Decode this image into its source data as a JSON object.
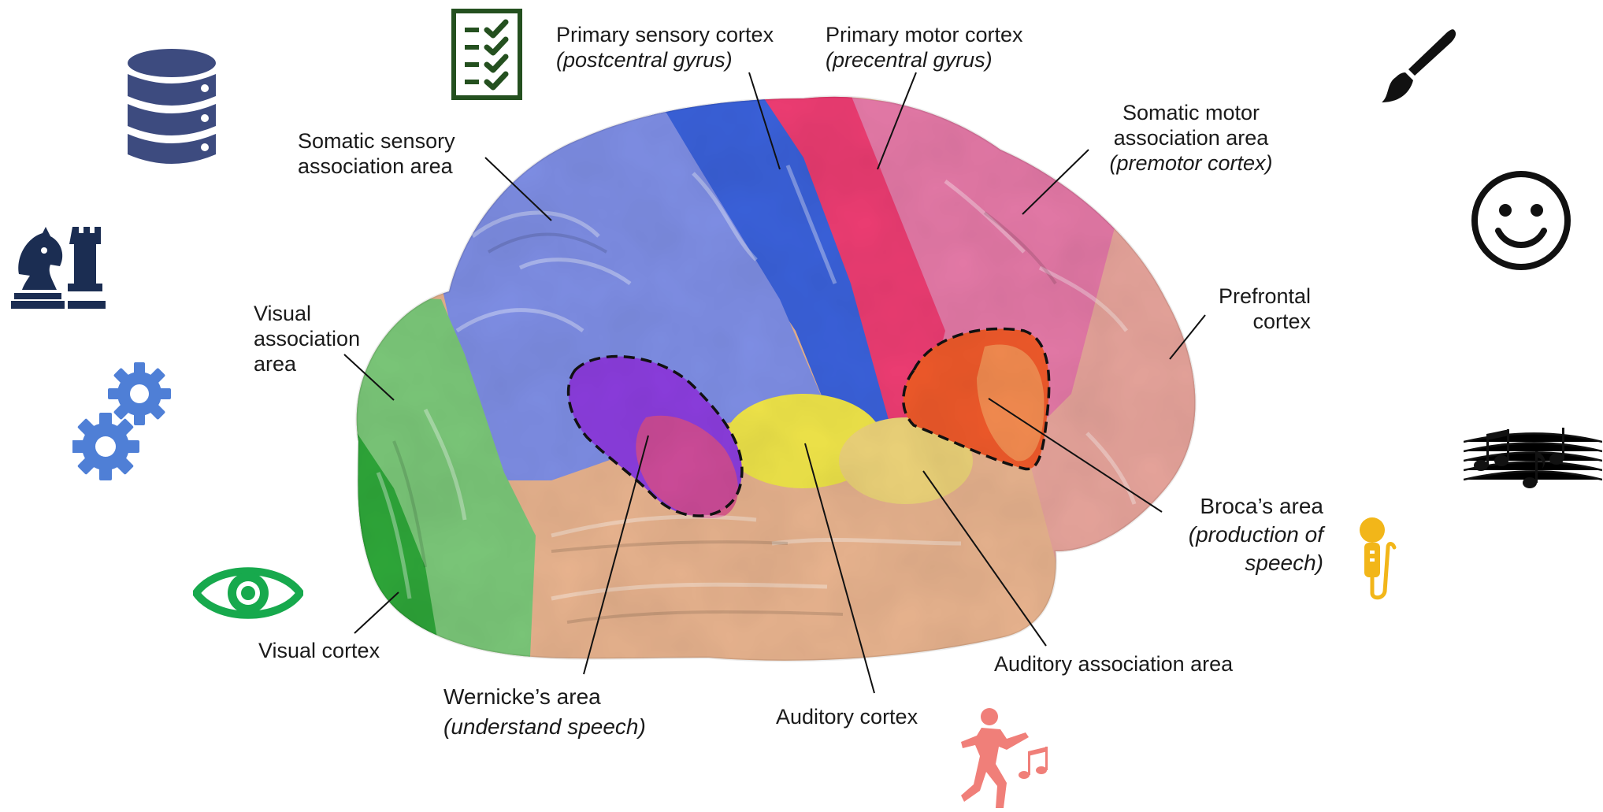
{
  "labels": {
    "primary_sensory": {
      "line1": "Primary sensory cortex",
      "line2": "(postcentral gyrus)"
    },
    "primary_motor": {
      "line1": "Primary motor cortex",
      "line2": "(precentral gyrus)"
    },
    "somatic_sensory_assoc": {
      "line1": "Somatic sensory",
      "line2": "association area"
    },
    "somatic_motor_assoc": {
      "line1": "Somatic motor",
      "line2": "association area",
      "line3": "(premotor cortex)"
    },
    "prefrontal": {
      "line1": "Prefrontal",
      "line2": "cortex"
    },
    "visual_assoc": {
      "line1": "Visual",
      "line2": "association",
      "line3": "area"
    },
    "brocas": {
      "line1": "Broca’s area",
      "line2": "(production of",
      "line3": "speech)"
    },
    "visual_cortex": {
      "line1": "Visual cortex"
    },
    "wernickes": {
      "line1": "Wernicke’s area",
      "line2": "(understand speech)"
    },
    "auditory_cortex": {
      "line1": "Auditory cortex"
    },
    "auditory_assoc": {
      "line1": "Auditory association area"
    }
  },
  "icons": [
    "database-icon",
    "checklist-icon",
    "chess-icon",
    "gears-icon",
    "eye-icon",
    "paintbrush-icon",
    "smiley-face-icon",
    "music-notes-icon",
    "microphone-icon",
    "dancing-person-icon"
  ],
  "colors": {
    "visual_cortex": "#2fa83a",
    "visual_assoc": "#7cc97a",
    "somatic_sensory_assoc": "#7f8fe6",
    "primary_sensory": "#3b62dc",
    "primary_motor": "#ee3d73",
    "somatic_motor_assoc": "#e67aa8",
    "prefrontal": "#e8a59c",
    "temporal": "#e9b48f",
    "auditory_cortex": "#f1e64a",
    "auditory_assoc": "#eed47a",
    "wernickes": "#8d3ee0",
    "brocas": "#f05a2b",
    "database_icon": "#3d4b7f",
    "checklist_icon": "#24501f",
    "chess_icon": "#1b2d52",
    "gears_icon": "#4f7fd6",
    "eye_icon": "#17a94d",
    "microphone_icon": "#f2b619",
    "dancer_icon": "#f07f79"
  }
}
